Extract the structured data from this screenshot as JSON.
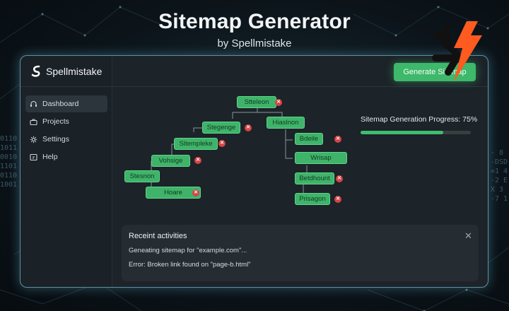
{
  "hero": {
    "title": "Sitemap Generator",
    "subtitle": "by Spellmistake"
  },
  "brand": {
    "name": "Spellmistake"
  },
  "sidebar": {
    "items": [
      {
        "label": "Dashboard",
        "icon": "headset-icon",
        "active": true
      },
      {
        "label": "Projects",
        "icon": "briefcase-icon",
        "active": false
      },
      {
        "label": "Settings",
        "icon": "gear-icon",
        "active": false
      },
      {
        "label": "Help",
        "icon": "help-icon",
        "active": false
      }
    ]
  },
  "toolbar": {
    "generate_label": "Generate Sitemap"
  },
  "tree": {
    "nodes": [
      {
        "label": "Stteleon",
        "error": true
      },
      {
        "label": "Stegenge",
        "error": true
      },
      {
        "label": "Hiaslnon",
        "error": false
      },
      {
        "label": "Sltempleke",
        "error": true
      },
      {
        "label": "Bdeile",
        "error": true
      },
      {
        "label": "Vohsige",
        "error": true
      },
      {
        "label": "Wrisap",
        "error": false
      },
      {
        "label": "Stesnon",
        "error": false
      },
      {
        "label": "Betdhount",
        "error": true
      },
      {
        "label": "Hoare",
        "error": true
      },
      {
        "label": "Prisagon",
        "error": true
      }
    ]
  },
  "progress": {
    "label": "Sitemap Generation Progress: 75%",
    "value": 0.75
  },
  "activity": {
    "title": "Receint activities",
    "lines": [
      "Geneating sitemap for \"example.com\"...",
      "Error: Broken link found on \"page-b.html\""
    ]
  },
  "colors": {
    "accent": "#3eb86a",
    "error": "#d64545",
    "brand_orange": "#ff5a1f"
  }
}
